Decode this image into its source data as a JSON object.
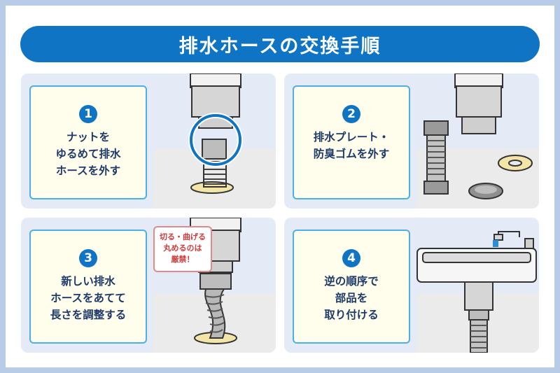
{
  "title": "排水ホースの交換手順",
  "steps": [
    {
      "number": "1",
      "text": "ナットを\nゆるめて排水\nホースを外す"
    },
    {
      "number": "2",
      "text": "排水プレート・\n防臭ゴムを外す"
    },
    {
      "number": "3",
      "text": "新しい排水\nホースをあてて\n長さを調整する"
    },
    {
      "number": "4",
      "text": "逆の順序で\n部品を\n取り付ける"
    }
  ],
  "warning": "切る・曲げる\n丸めるのは\n厳禁！",
  "colors": {
    "accent": "#1074c4",
    "card_border": "#4bb0e4",
    "panel": "#e4ebf7",
    "warning": "#d23a3a"
  }
}
